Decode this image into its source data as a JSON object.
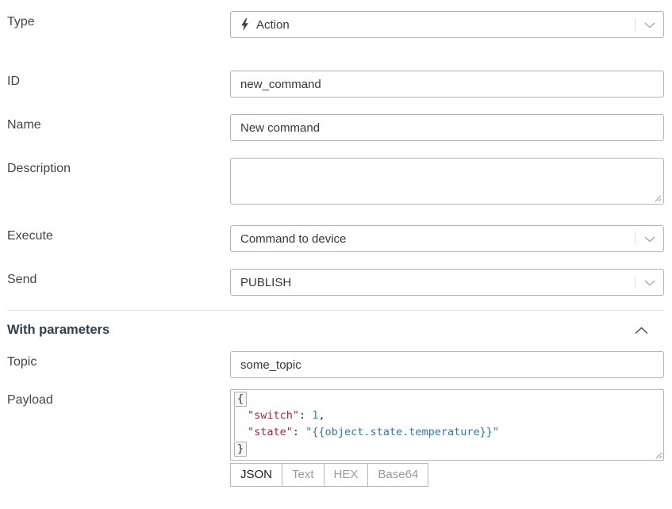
{
  "form": {
    "fields": {
      "type": {
        "label": "Type",
        "value": "Action",
        "icon": "lightning-bolt"
      },
      "id": {
        "label": "ID",
        "value": "new_command"
      },
      "name": {
        "label": "Name",
        "value": "New command"
      },
      "description": {
        "label": "Description",
        "value": ""
      },
      "execute": {
        "label": "Execute",
        "value": "Command to device"
      },
      "send": {
        "label": "Send",
        "value": "PUBLISH"
      }
    },
    "parameters_section": {
      "title": "With parameters",
      "collapsed": false,
      "topic": {
        "label": "Topic",
        "value": "some_topic"
      },
      "payload": {
        "label": "Payload",
        "code": {
          "open_brace": "{",
          "close_brace": "}",
          "lines": [
            {
              "key": "\"switch\"",
              "sep": ": ",
              "value": "1",
              "tail": ","
            },
            {
              "key": "\"state\"",
              "sep": ": ",
              "value": "\"{{object.state.temperature}}\"",
              "tail": ""
            }
          ]
        },
        "format_tabs": [
          {
            "label": "JSON",
            "active": true
          },
          {
            "label": "Text",
            "active": false
          },
          {
            "label": "HEX",
            "active": false
          },
          {
            "label": "Base64",
            "active": false
          }
        ]
      }
    }
  },
  "colors": {
    "json_key": "#a72837",
    "json_number": "#1aa08c",
    "json_string_value": "#2e77ae",
    "label_text": "#3f464e",
    "heading_text": "#2d3e50",
    "input_border": "#b3b3b3",
    "muted_icon": "#a9a9a9"
  }
}
